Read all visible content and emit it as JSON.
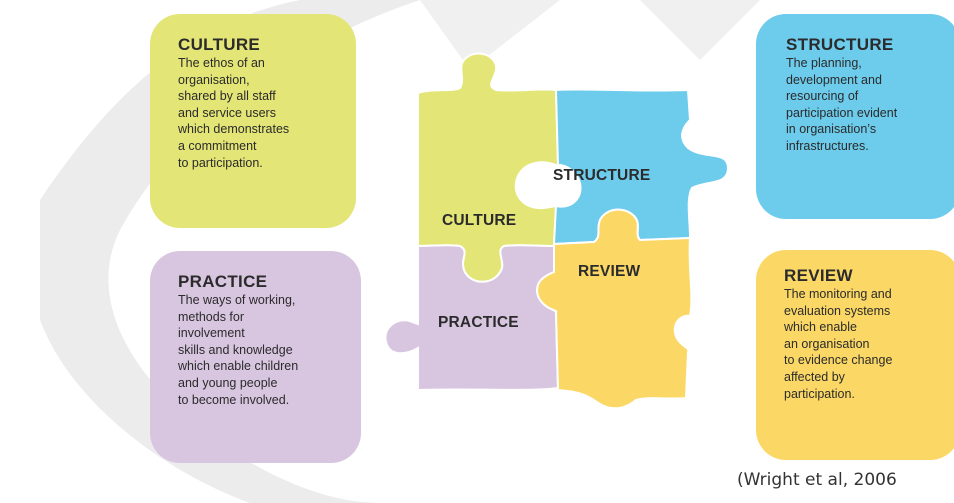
{
  "cards": {
    "culture": {
      "title": "CULTURE",
      "body": "The ethos of an\norganisation,\nshared by all staff\nand service users\nwhich demonstrates\na commitment\nto participation."
    },
    "practice": {
      "title": "PRACTICE",
      "body": "The ways of working,\nmethods for\ninvolvement\nskills and knowledge\nwhich enable children\nand young people\nto become involved."
    },
    "structure": {
      "title": "STRUCTURE",
      "body": "The planning,\ndevelopment and\nresourcing of\nparticipation evident\nin organisation’s\ninfrastructures."
    },
    "review": {
      "title": "REVIEW",
      "body": "The monitoring and\nevaluation systems\nwhich enable\nan organisation\nto evidence change\naffected by\nparticipation."
    }
  },
  "puzzle": {
    "pieces": [
      {
        "id": "culture",
        "label": "CULTURE",
        "color": "#e3e576"
      },
      {
        "id": "structure",
        "label": "STRUCTURE",
        "color": "#6dcbec"
      },
      {
        "id": "practice",
        "label": "PRACTICE",
        "color": "#d8c6e1"
      },
      {
        "id": "review",
        "label": "REVIEW",
        "color": "#fbd865"
      }
    ]
  },
  "citation": "(Wright et al, 2006"
}
